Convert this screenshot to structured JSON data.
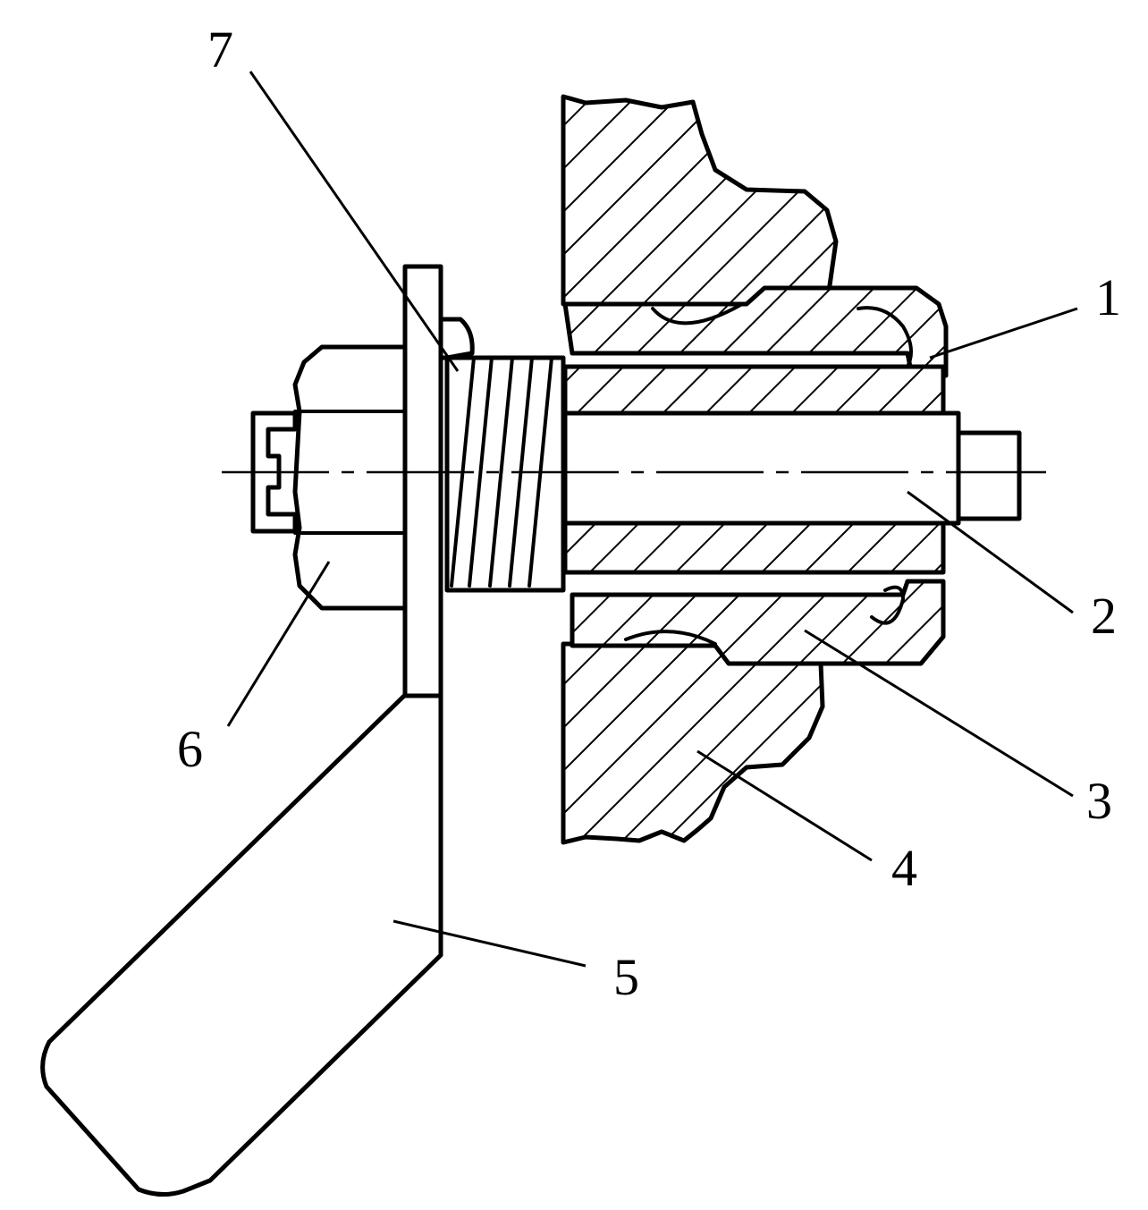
{
  "labels": {
    "1": "1",
    "2": "2",
    "3": "3",
    "4": "4",
    "5": "5",
    "6": "6",
    "7": "7"
  },
  "colors": {
    "line": "#000000",
    "background": "#ffffff"
  }
}
